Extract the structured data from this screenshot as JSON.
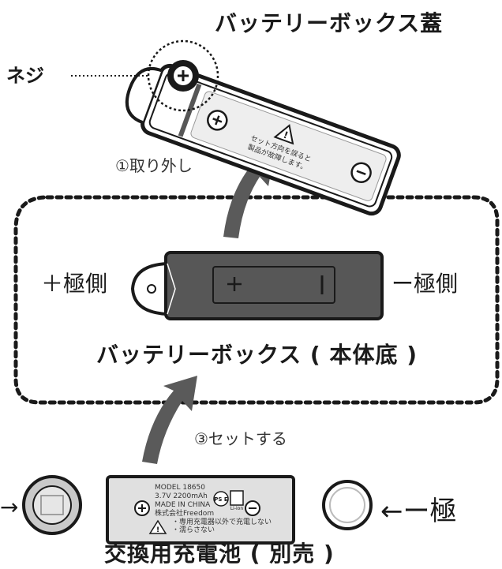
{
  "labels": {
    "lid_title": "バッテリーボックス蓋",
    "screw": "ネジ",
    "step1": "①取り外し",
    "plus_pole": "＋極側",
    "minus_pole": "ー極側",
    "box_title": "バッテリーボックス ( 本体底 )",
    "step3": "③セットする",
    "battery_title": "交換用充電池 ( 別売 )",
    "neg_arrow": "←ー極",
    "pos_arrow": "→"
  },
  "lid": {
    "warning_line1": "セット方向を誤ると",
    "warning_line2": "製品が故障します。"
  },
  "battery": {
    "model": "MODEL 18650",
    "spec": "3.7V 2200mAh",
    "origin": "MADE IN CHINA",
    "maker": "株式会社Freedom",
    "pse": "PS E",
    "liion": "Li-ion",
    "note1": "・専用充電器以外で充電しない",
    "note2": "・濡らさない"
  },
  "colors": {
    "arrow": "#5a5a5a",
    "box_fill": "#575757",
    "lid_fill": "#ffffff",
    "outline": "#1a1a1a"
  }
}
